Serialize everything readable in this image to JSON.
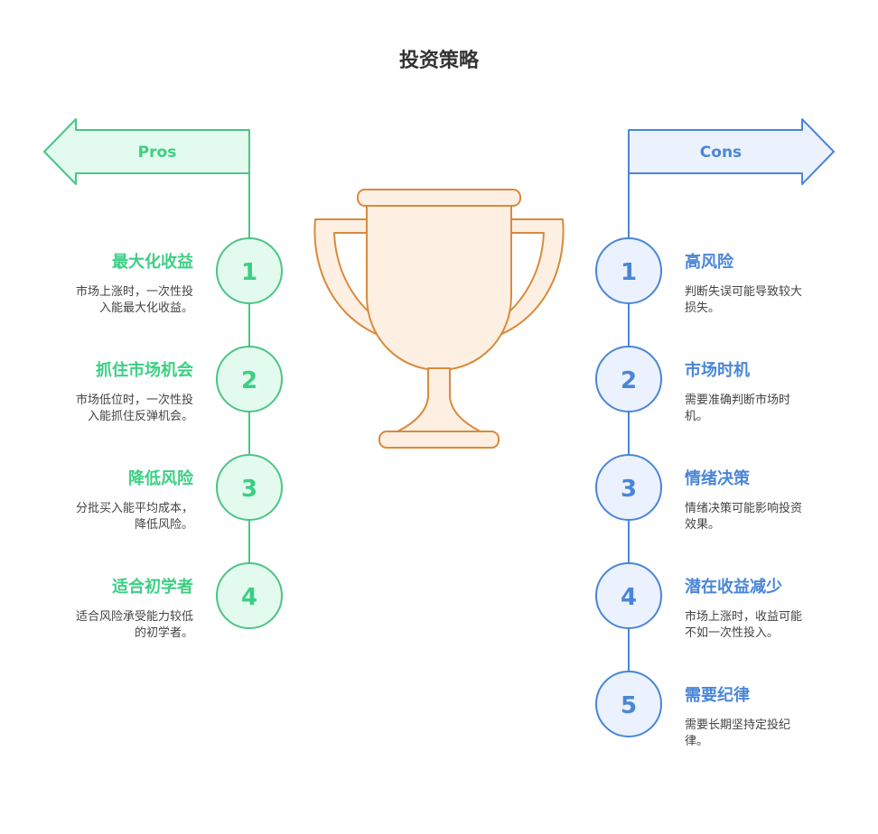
{
  "title": "投资策略",
  "colors": {
    "pros_stroke": "#4cc487",
    "pros_fill": "#e2fbee",
    "pros_text": "#3ccf84",
    "cons_stroke": "#4a86d8",
    "cons_fill": "#ebf2fd",
    "cons_text": "#4a86d8",
    "trophy_stroke": "#d98a3c",
    "trophy_fill": "#fdf0e3"
  },
  "pros": {
    "label": "Pros",
    "items": [
      {
        "number": "1",
        "heading": "最大化收益",
        "desc": [
          "市场上涨时，一次性投",
          "入能最大化收益。"
        ]
      },
      {
        "number": "2",
        "heading": "抓住市场机会",
        "desc": [
          "市场低位时，一次性投",
          "入能抓住反弹机会。"
        ]
      },
      {
        "number": "3",
        "heading": "降低风险",
        "desc": [
          "分批买入能平均成本，",
          "降低风险。"
        ]
      },
      {
        "number": "4",
        "heading": "适合初学者",
        "desc": [
          "适合风险承受能力较低",
          "的初学者。"
        ]
      }
    ]
  },
  "cons": {
    "label": "Cons",
    "items": [
      {
        "number": "1",
        "heading": "高风险",
        "desc": [
          "判断失误可能导致较大",
          "损失。"
        ]
      },
      {
        "number": "2",
        "heading": "市场时机",
        "desc": [
          "需要准确判断市场时",
          "机。"
        ]
      },
      {
        "number": "3",
        "heading": "情绪决策",
        "desc": [
          "情绪决策可能影响投资",
          "效果。"
        ]
      },
      {
        "number": "4",
        "heading": "潜在收益减少",
        "desc": [
          "市场上涨时，收益可能",
          "不如一次性投入。"
        ]
      },
      {
        "number": "5",
        "heading": "需要纪律",
        "desc": [
          "需要长期坚持定投纪",
          "律。"
        ]
      }
    ]
  }
}
